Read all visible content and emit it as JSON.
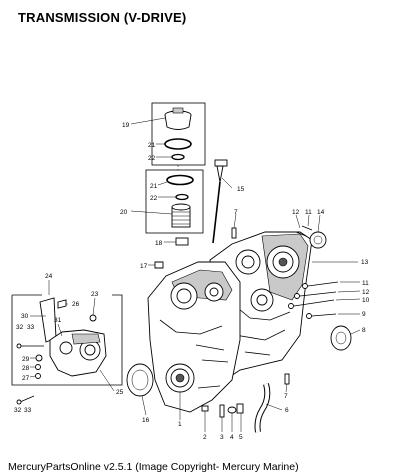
{
  "title": "TRANSMISSION (V-DRIVE)",
  "footer": "MercuryPartsOnline v2.5.1 (Image Copyright- Mercury Marine)",
  "callouts": [
    "19",
    "21",
    "22",
    "21",
    "22",
    "20",
    "15",
    "18",
    "17",
    "7",
    "12",
    "11",
    "14",
    "13",
    "24",
    "26",
    "23",
    "30",
    "32",
    "33",
    "31",
    "29",
    "28",
    "27",
    "25",
    "32",
    "33",
    "16",
    "1",
    "2",
    "3",
    "4",
    "5",
    "6",
    "7",
    "11",
    "12",
    "10",
    "9",
    "8"
  ]
}
